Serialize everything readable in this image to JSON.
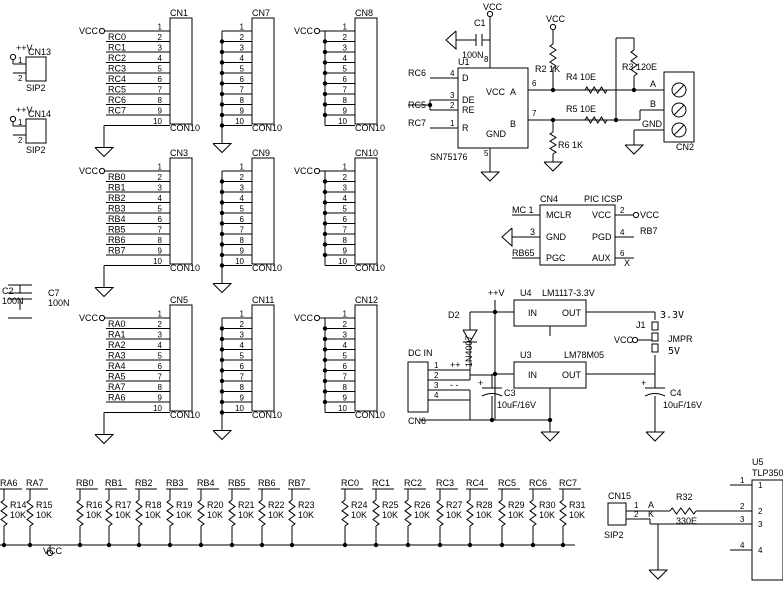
{
  "nets": {
    "vcc": "VCC",
    "pv": "++V",
    "gnd": "GND",
    "dcin_pp": "++",
    "dcin_mm": "- -"
  },
  "pins10": [
    "1",
    "2",
    "3",
    "4",
    "5",
    "6",
    "7",
    "8",
    "9",
    "10"
  ],
  "headers": {
    "cn1": {
      "name": "CN1",
      "type": "CON10",
      "signals": [
        "RC0",
        "RC1",
        "RC2",
        "RC3",
        "RC4",
        "RC5",
        "RC6",
        "RC7"
      ]
    },
    "cn3": {
      "name": "CN3",
      "type": "CON10",
      "signals": [
        "RB0",
        "RB1",
        "RB2",
        "RB3",
        "RB4",
        "RB5",
        "RB6",
        "RB7"
      ]
    },
    "cn5": {
      "name": "CN5",
      "type": "CON10",
      "signals": [
        "RA0",
        "RA1",
        "RA2",
        "RA3",
        "RA4",
        "RA5",
        "RA7",
        "RA6"
      ]
    },
    "cn7": {
      "name": "CN7",
      "type": "CON10"
    },
    "cn9": {
      "name": "CN9",
      "type": "CON10"
    },
    "cn11": {
      "name": "CN11",
      "type": "CON10"
    },
    "cn8": {
      "name": "CN8",
      "type": "CON10"
    },
    "cn10": {
      "name": "CN10",
      "type": "CON10"
    },
    "cn12": {
      "name": "CN12",
      "type": "CON10"
    }
  },
  "sips": {
    "cn13": {
      "name": "CN13",
      "type": "SIP2",
      "pins": [
        "1",
        "2"
      ]
    },
    "cn14": {
      "name": "CN14",
      "type": "SIP2",
      "pins": [
        "1",
        "2"
      ]
    },
    "cn15": {
      "name": "CN15",
      "type": "SIP2",
      "pins": [
        "1",
        "2"
      ]
    }
  },
  "caps": {
    "c1": {
      "name": "C1",
      "value": "100N"
    },
    "c2": {
      "name": "C2",
      "value": "100N"
    },
    "c7": {
      "name": "C7",
      "value": "100N"
    },
    "c3": {
      "name": "C3",
      "value": "10uF/16V"
    },
    "c4": {
      "name": "C4",
      "value": "10uF/16V"
    }
  },
  "rs485": {
    "name": "U1",
    "part": "SN75176",
    "pins_left": [
      {
        "num": "4",
        "label": "D",
        "net": "RC6"
      },
      {
        "num": "3",
        "label": "DE",
        "net": ""
      },
      {
        "num": "2",
        "label": "RE",
        "net": "RC5"
      },
      {
        "num": "1",
        "label": "R",
        "net": "RC7"
      }
    ],
    "vcc": "VCC",
    "gnd": "GND",
    "pin_vcc": "8",
    "pin_gnd": "5",
    "out_a": "A",
    "out_b": "B",
    "pin_a": "6",
    "pin_b": "7"
  },
  "rs485_res": {
    "r2": "R2 1K",
    "r3": "R3 120E",
    "r4": "R4 10E",
    "r5": "R5 10E",
    "r6": "R6 1K"
  },
  "cn2": {
    "name": "CN2",
    "labels": [
      "A",
      "B",
      "GND"
    ]
  },
  "icsp": {
    "name": "CN4",
    "title": "PIC ICSP",
    "pins": [
      {
        "left_net": "MC 1",
        "left_label": "MCLR",
        "right_label": "VCC",
        "right_num": "2",
        "right_net": "VCC"
      },
      {
        "left_net": "3",
        "left_label": "GND",
        "right_label": "PGD",
        "right_num": "4",
        "right_net": "RB7"
      },
      {
        "left_net": "RB65",
        "left_label": "PGC",
        "right_label": "AUX",
        "right_num": "6",
        "right_net": "X"
      }
    ]
  },
  "power": {
    "d2": {
      "name": "D2",
      "part": "1N4007"
    },
    "u4": {
      "name": "U4",
      "part": "LM1117-3.3V",
      "in": "IN",
      "gnd": "GND",
      "out": "OUT"
    },
    "u3": {
      "name": "U3",
      "part": "LM78M05",
      "in": "IN",
      "gnd": "GND",
      "out": "OUT"
    },
    "j1": {
      "name": "J1",
      "part": "JMPR",
      "v33": "3.3V",
      "v5": "5V"
    },
    "dcin": {
      "title": "DC IN",
      "name": "CN6",
      "pins": [
        "1",
        "2",
        "3",
        "4"
      ]
    }
  },
  "pullups": [
    {
      "net": "RA6",
      "ref": "R14",
      "value": "10K"
    },
    {
      "net": "RA7",
      "ref": "R15",
      "value": "10K"
    },
    {
      "net": "RB0",
      "ref": "R16",
      "value": "10K"
    },
    {
      "net": "RB1",
      "ref": "R17",
      "value": "10K"
    },
    {
      "net": "RB2",
      "ref": "R18",
      "value": "10K"
    },
    {
      "net": "RB3",
      "ref": "R19",
      "value": "10K"
    },
    {
      "net": "RB4",
      "ref": "R20",
      "value": "10K"
    },
    {
      "net": "RB5",
      "ref": "R21",
      "value": "10K"
    },
    {
      "net": "RB6",
      "ref": "R22",
      "value": "10K"
    },
    {
      "net": "RB7",
      "ref": "R23",
      "value": "10K"
    },
    {
      "net": "RC0",
      "ref": "R24",
      "value": "10K"
    },
    {
      "net": "RC1",
      "ref": "R25",
      "value": "10K"
    },
    {
      "net": "RC2",
      "ref": "R26",
      "value": "10K"
    },
    {
      "net": "RC3",
      "ref": "R27",
      "value": "10K"
    },
    {
      "net": "RC4",
      "ref": "R28",
      "value": "10K"
    },
    {
      "net": "RC5",
      "ref": "R29",
      "value": "10K"
    },
    {
      "net": "RC6",
      "ref": "R30",
      "value": "10K"
    },
    {
      "net": "RC7",
      "ref": "R31",
      "value": "10K"
    }
  ],
  "opto": {
    "cn15_a": "A",
    "cn15_k": "K",
    "r32": "R32",
    "r32_val": "330E",
    "u5": "U5",
    "u5_part": "TLP350",
    "pins": [
      "1",
      "2",
      "3",
      "4"
    ]
  }
}
